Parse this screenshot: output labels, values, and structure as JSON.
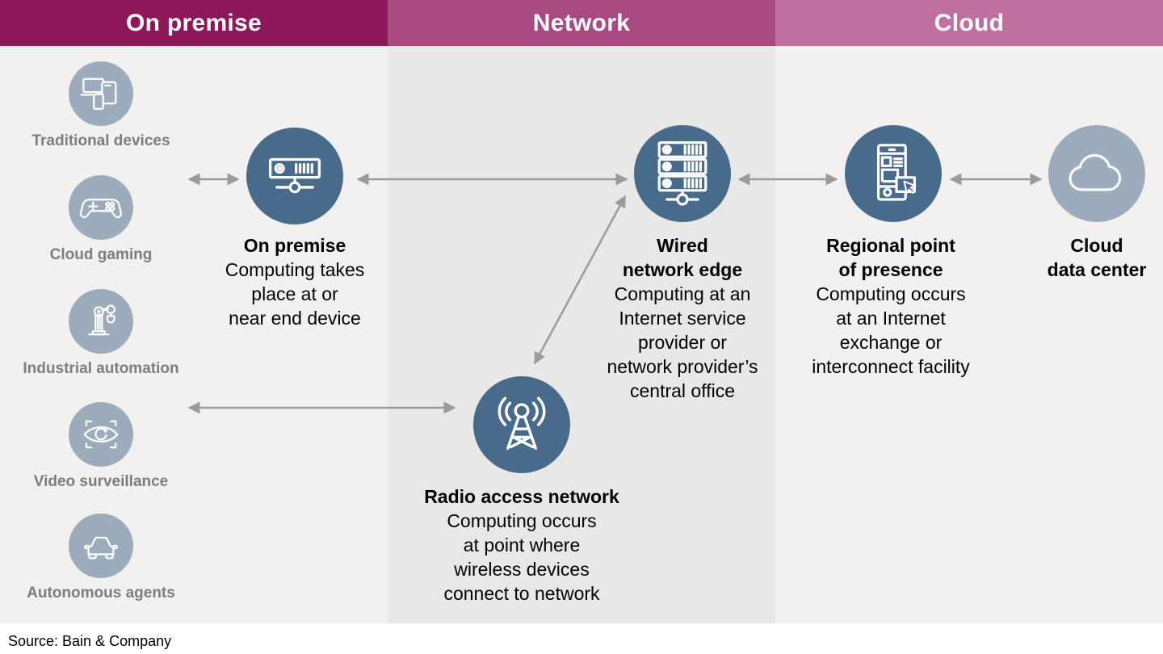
{
  "headers": [
    {
      "label": "On premise"
    },
    {
      "label": "Network"
    },
    {
      "label": "Cloud"
    }
  ],
  "devices": [
    {
      "label": "Traditional devices",
      "icon": "traditional-devices-icon"
    },
    {
      "label": "Cloud gaming",
      "icon": "gamepad-icon"
    },
    {
      "label": "Industrial automation",
      "icon": "robot-arm-icon"
    },
    {
      "label": "Video surveillance",
      "icon": "surveillance-eye-icon"
    },
    {
      "label": "Autonomous agents",
      "icon": "car-icon"
    }
  ],
  "nodes": {
    "on_premise": {
      "title": [
        "On premise"
      ],
      "desc": [
        "Computing takes",
        "place at or",
        "near end device"
      ],
      "icon": "server-icon"
    },
    "wired_network_edge": {
      "title": [
        "Wired",
        "network edge"
      ],
      "desc": [
        "Computing at an",
        "Internet service",
        "provider or",
        "network provider’s",
        "central office"
      ],
      "icon": "server-stack-icon"
    },
    "radio_access_network": {
      "title": [
        "Radio access network"
      ],
      "desc": [
        "Computing occurs",
        "at point where",
        "wireless devices",
        "connect to network"
      ],
      "icon": "antenna-icon"
    },
    "regional_point_of_presence": {
      "title": [
        "Regional point",
        "of presence"
      ],
      "desc": [
        "Computing occurs",
        "at an Internet",
        "exchange or",
        "interconnect facility"
      ],
      "icon": "mobile-app-icon"
    },
    "cloud_data_center": {
      "title": [
        "Cloud",
        "data center"
      ],
      "desc": [],
      "icon": "cloud-icon"
    }
  },
  "source": "Source: Bain & Company",
  "colors": {
    "header_on_premise": "#8e175a",
    "header_network": "#a84a81",
    "header_cloud": "#bf6fa0",
    "col_light": "#f2f1f0",
    "col_mid": "#e8e8e7",
    "node_dark": "#486b8b",
    "node_light": "#9dacbc",
    "arrow": "#9b9b9b",
    "label_gray": "#7d7d7d"
  }
}
